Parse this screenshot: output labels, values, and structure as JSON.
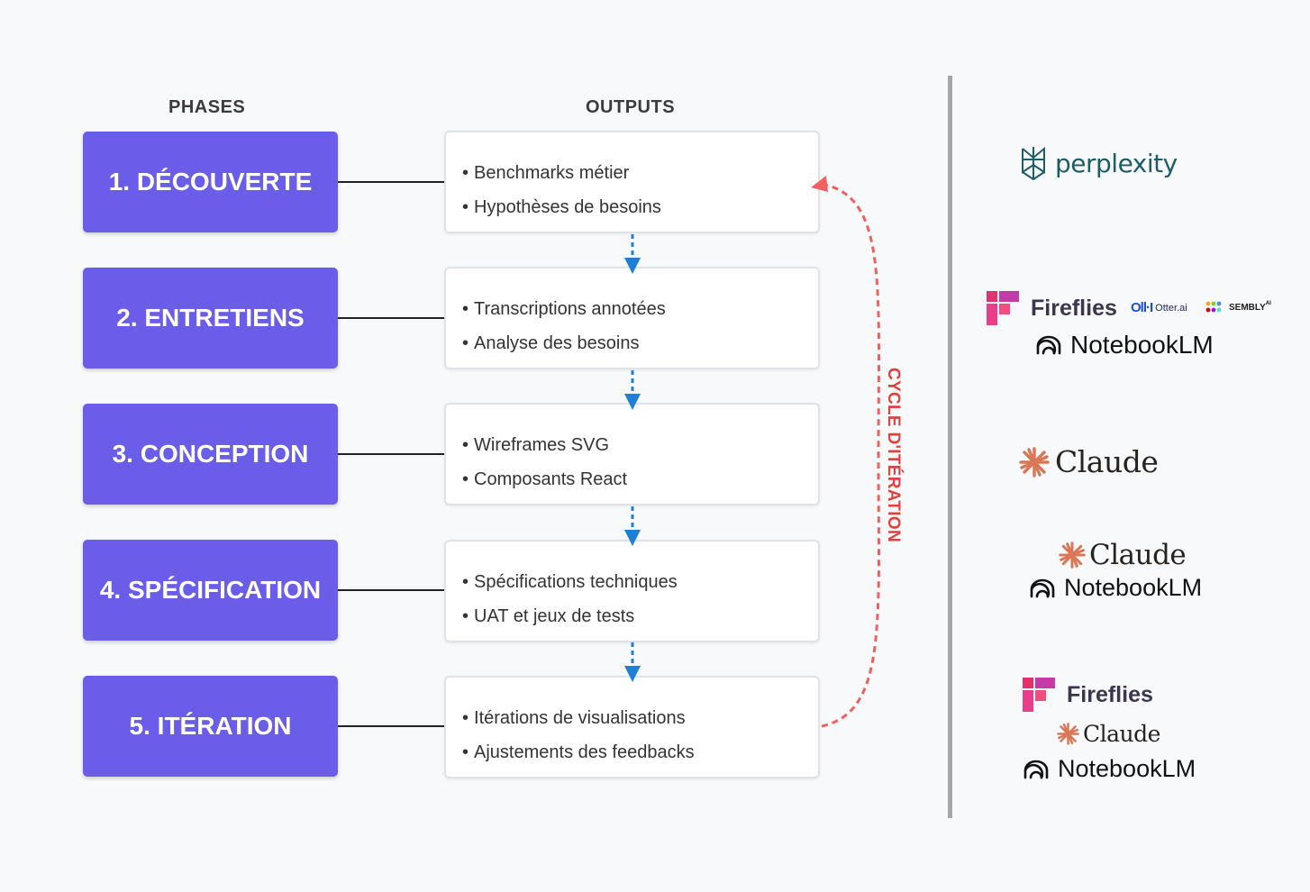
{
  "headers": {
    "phases": "PHASES",
    "outputs": "OUTPUTS"
  },
  "phases": [
    {
      "label": "1. DÉCOUVERTE"
    },
    {
      "label": "2. ENTRETIENS"
    },
    {
      "label": "3. CONCEPTION"
    },
    {
      "label": "4. SPÉCIFICATION"
    },
    {
      "label": "5. ITÉRATION"
    }
  ],
  "outputs": [
    {
      "items": [
        "Benchmarks métier",
        "Hypothèses de besoins"
      ]
    },
    {
      "items": [
        "Transcriptions annotées",
        "Analyse des besoins"
      ]
    },
    {
      "items": [
        "Wireframes SVG",
        "Composants React"
      ]
    },
    {
      "items": [
        "Spécifications techniques",
        "UAT et jeux de tests"
      ]
    },
    {
      "items": [
        "Itérations de visualisations",
        "Ajustements des feedbacks"
      ]
    }
  ],
  "bullet": "•",
  "cycle_label": "CYCLE D'ITÉRATION",
  "colors": {
    "phase_fill": "#6a5de8",
    "flow_arrow": "#1e7fd6",
    "cycle_arrow": "#f06060",
    "cycle_text": "#e0413f",
    "divider": "#a6a6a6"
  },
  "tools": {
    "perplexity": "perplexity",
    "fireflies": "Fireflies",
    "otter": "Otter.ai",
    "sembly": "SEMBLY",
    "sembly_sup": "AI",
    "notebooklm": "NotebookLM",
    "claude": "Claude"
  }
}
